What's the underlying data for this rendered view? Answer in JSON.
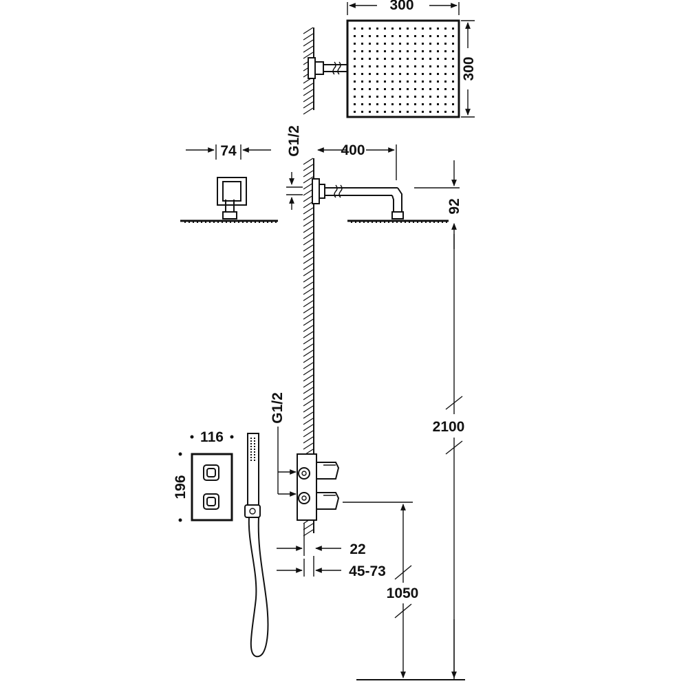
{
  "dimensions": {
    "head_width": "300",
    "head_height": "300",
    "arm_wall_width": "74",
    "inlet_upper": "G1/2",
    "arm_length": "400",
    "arm_drop": "92",
    "shower_height": "2100",
    "plate_width": "116",
    "plate_height": "196",
    "inlet_lower": "G1/2",
    "wall_gap": "22",
    "embed_depth": "45-73",
    "valve_height": "1050"
  },
  "colors": {
    "line": "#111111",
    "background": "#ffffff"
  }
}
